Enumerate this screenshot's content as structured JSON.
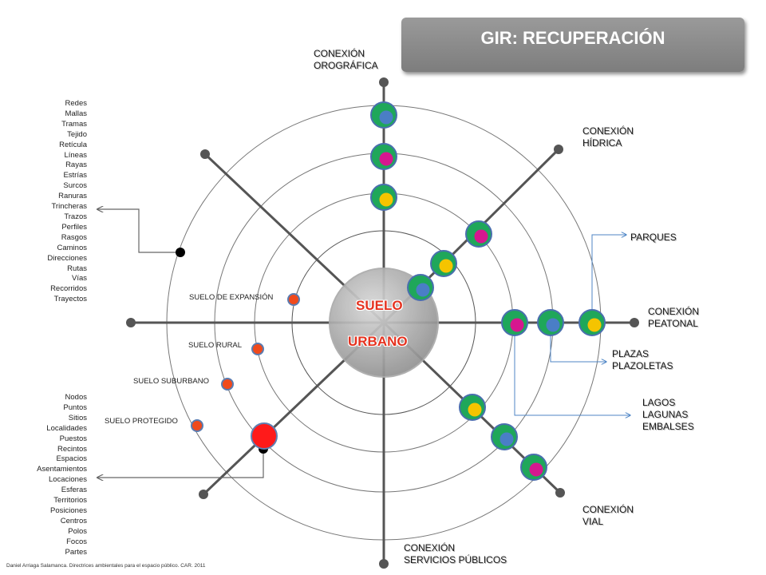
{
  "title": "GIR:  RECUPERACIÓN",
  "center": {
    "line1": "SUELO",
    "line2": "URBANO"
  },
  "axes": {
    "orografica": [
      "CONEXIÓN",
      "OROGRÁFICA"
    ],
    "hidrica": [
      "CONEXIÓN",
      "HÍDRICA"
    ],
    "peatonal": [
      "CONEXIÓN",
      "PEATONAL"
    ],
    "vial": [
      "CONEXIÓN",
      "VIAL"
    ],
    "servicios": [
      "CONEXIÓN",
      "SERVICIOS PÚBLICOS"
    ]
  },
  "outputs": {
    "parques": "PARQUES",
    "plazas": [
      "PLAZAS",
      "PLAZOLETAS"
    ],
    "lagos": [
      "LAGOS",
      "LAGUNAS",
      "EMBALSES"
    ]
  },
  "rings": {
    "expansion": "SUELO DE EXPANSIÓN",
    "rural": "SUELO RURAL",
    "suburbano": "SUELO SUBURBANO",
    "protegido": "SUELO PROTEGIDO"
  },
  "list_lines": [
    "Redes",
    "Mallas",
    "Tramas",
    "Tejido",
    "Retícula",
    "Líneas",
    "Rayas",
    "Estrías",
    "Surcos",
    "Ranuras",
    "Trincheras",
    "Trazos",
    "Perfiles",
    "Rasgos",
    "Caminos",
    "Direcciones",
    "Rutas",
    "Vías",
    "Recorridos",
    "Trayectos"
  ],
  "list_points": [
    "Nodos",
    "Puntos",
    "Sitios",
    "Localidades",
    "Puestos",
    "Recintos",
    "Espacios",
    "Asentamientos",
    "Locaciones",
    "Esferas",
    "Territorios",
    "Posiciones",
    "Centros",
    "Polos",
    "Focos",
    "Partes"
  ],
  "credit": "Daniel Arriaga Salamanca.  Directrices  ambientales  para  el  espacio  público.  CAR.  2011",
  "colors": {
    "green": "#1fa75a",
    "blue": "#4a7ec6",
    "magenta": "#d6178f",
    "yellow": "#f5c400",
    "red": "#ff1a1a",
    "orange": "#f04a1c",
    "gray": "#5a5a5a"
  }
}
